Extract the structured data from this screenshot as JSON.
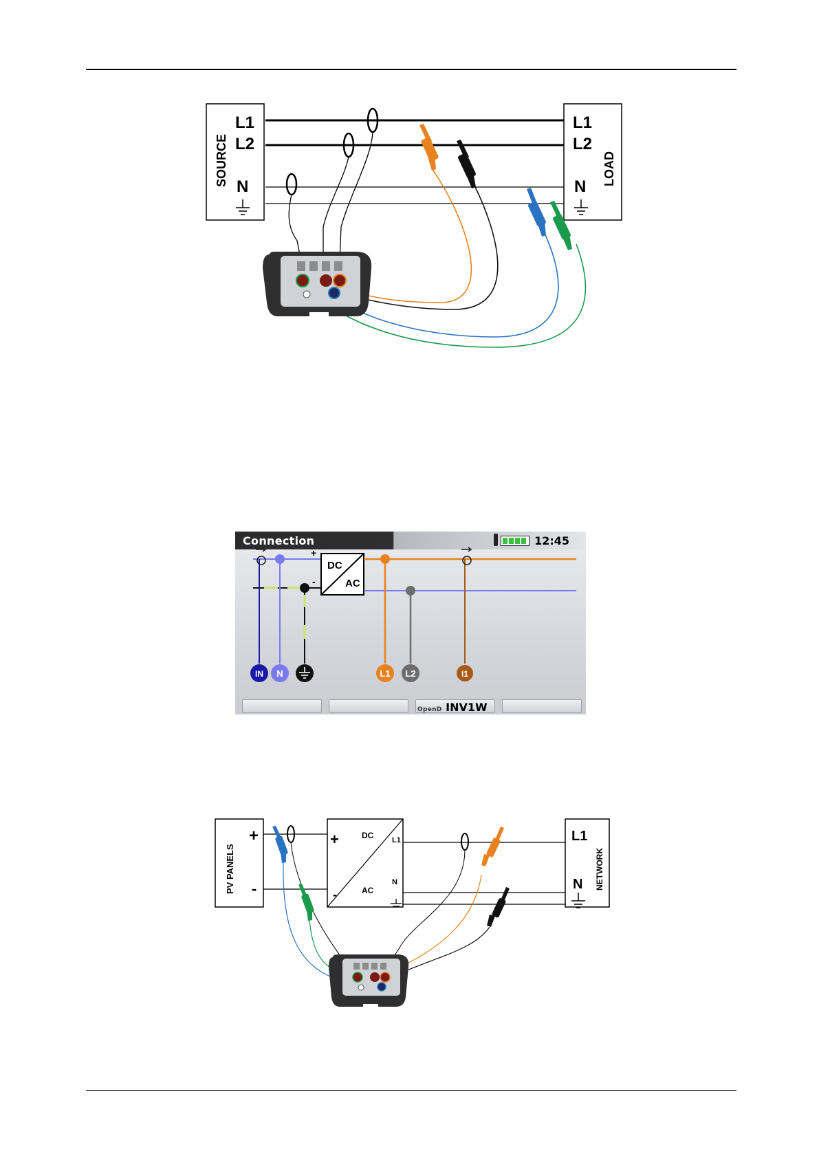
{
  "figure1": {
    "source_label": "SOURCE",
    "load_label": "LOAD",
    "src_lines": [
      "L1",
      "L2",
      "N"
    ],
    "load_lines": [
      "L1",
      "L2",
      "N"
    ]
  },
  "screen": {
    "title": "Connection",
    "clock": "12:45",
    "dc_label": "DC",
    "ac_label": "AC",
    "plus": "+",
    "minus": "-",
    "terminals": [
      "IN",
      "N",
      "L1",
      "L2",
      "I1"
    ],
    "softkeys": [
      "",
      "",
      "OpenD INV1W",
      ""
    ],
    "softkey3_small": "OpenD",
    "softkey3_big": "INV1W"
  },
  "figure3": {
    "pv_label": "PV PANELS",
    "network_label": "NETWORK",
    "dc_label": "DC",
    "ac_label": "AC",
    "inv_l1": "L1",
    "inv_n": "N",
    "plus": "+",
    "minus": "-",
    "net_l1": "L1",
    "net_n": "N"
  },
  "colors": {
    "orange": "#e8821e",
    "black": "#111111",
    "blue": "#2a73c2",
    "green": "#1a9a4c",
    "purple_line": "#7a7aee",
    "dark_blue": "#1a1aa8",
    "gray": "#6d6d6d",
    "brown": "#a85a14",
    "yellow_green": "#c8e86a"
  }
}
